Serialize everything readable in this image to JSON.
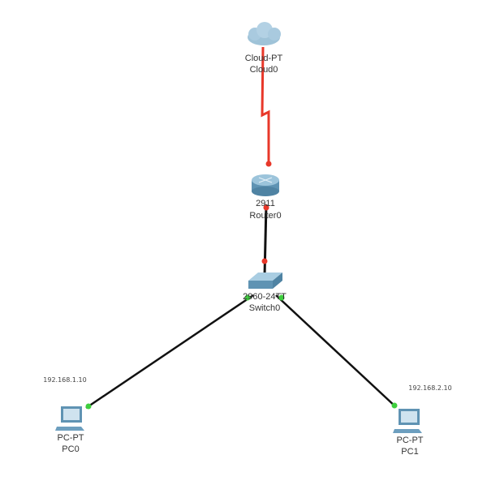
{
  "devices": {
    "cloud": {
      "model": "Cloud-PT",
      "name": "Cloud0"
    },
    "router": {
      "model": "2911",
      "name": "Router0"
    },
    "switch": {
      "model": "2960-24TT",
      "name": "Switch0"
    },
    "pc0": {
      "model": "PC-PT",
      "name": "PC0",
      "ip": "192.168.1.10"
    },
    "pc1": {
      "model": "PC-PT",
      "name": "PC1",
      "ip": "192.168.2.10"
    }
  },
  "colors": {
    "serial_link": "#e8382a",
    "ethernet_link": "#111111",
    "port_down": "#e8382a",
    "port_up": "#3ecf3e",
    "device_blue": "#6d9fbf"
  }
}
